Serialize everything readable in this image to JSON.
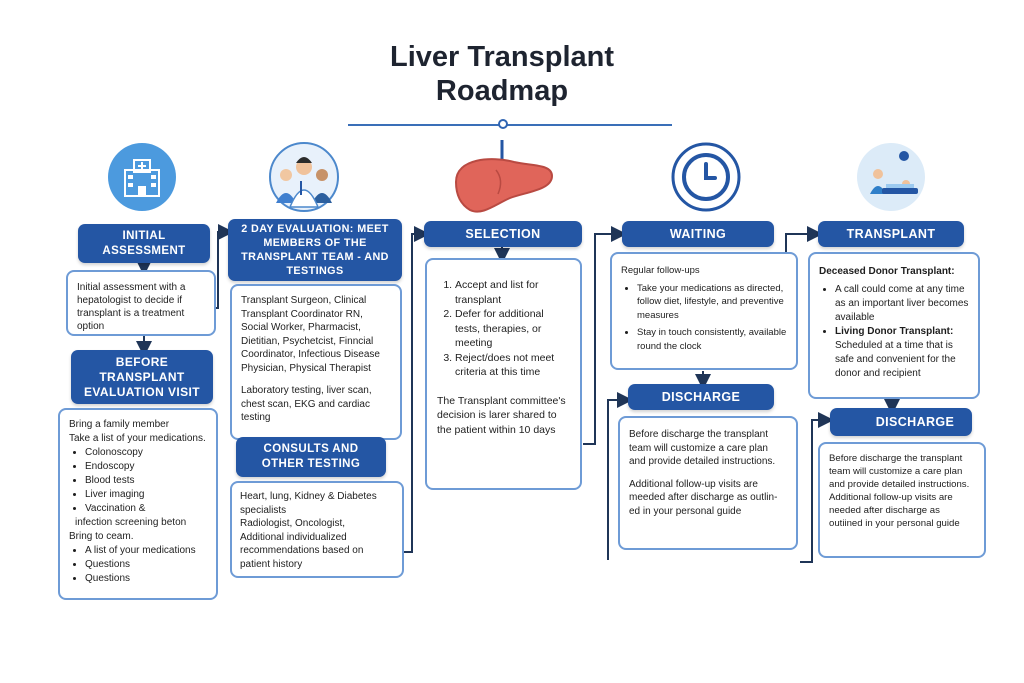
{
  "title": {
    "line1": "Liver Transplant",
    "line2": "Roadmap"
  },
  "col1": {
    "header1": "INITIAL ASSESSMENT",
    "box1": "Initial assessment with a hepatologist to decide if transplant is a treatment option",
    "header2": "BEFORE TRANSPLANT EVALUATION VISIT",
    "box2_line1": "Bring a family member",
    "box2_line2": "Take a list of your medications.",
    "box2_items": [
      "Colonoscopy",
      "Endoscopy",
      "Blood tests",
      "Liver imaging",
      "Vaccination &"
    ],
    "box2_line3": "infection screening beton",
    "box2_line4": "Bring to ceam.",
    "box2_items2": [
      "A list of your medications",
      "Questions",
      "Questions"
    ]
  },
  "col2": {
    "header1": "2 DAY EVALUATION: MEET MEMBERS OF THE TRANSPLANT TEAM -  AND TESTINGS",
    "box1_p1": "Transplant Surgeon, Clinical Transplant Coordinator RN, Social Worker, Pharmacist, Dietitian, Psychetcist, Finncial Coordinator, Infectious Disease Physician, Physical Therapist",
    "box1_p2": "Laboratory testing, liver scan, chest scan, EKG and cardiac testing",
    "header2": "CONSULTS AND OTHER TESTING",
    "box2_p1": "Heart, lung, Kidney & Diabetes specialists",
    "box2_p2": "Radiologist, Oncologist,",
    "box2_p3": "Additional individualized recommendations based on patient history"
  },
  "col3": {
    "header": "SELECTION",
    "items": [
      "Accept and list for transplant",
      "Defer for additional tests, therapies, or meeting",
      "Reject/does not meet criteria at this time"
    ],
    "note": "The Transplant committee's decision is larer shared to the patient within 10 days"
  },
  "col4": {
    "header": "WAITING",
    "intro": "Regular follow-ups",
    "items": [
      "Take your medications as directed, follow diet, lifestyle, and preventive measures",
      "Stay in touch consistently, available round the clock"
    ],
    "header2": "DISCHARGE",
    "discharge_p1": "Before discharge the transplant team will customize a care plan and provide detailed instructions.",
    "discharge_p2": "Additional follow-up visits are meeded after discharge as outlin-ed in your personal guide"
  },
  "col5": {
    "header": "TRANSPLANT",
    "deceased_title": "Deceased Donor Transplant:",
    "deceased_item": "A call could come at any time as an important liver becomes available",
    "living_title": "Living Donor Transplant:",
    "living_text": "Scheduled at a time that is safe and convenient for the donor and recipient",
    "header2": "DISCHARGE",
    "discharge_p1": "Before discharge the transplant team will customize a care plan and provide detailed instructions.",
    "discharge_p2": "Additional follow-up visits are needed after discharge as outiined in your personal guide"
  },
  "colors": {
    "accent": "#2456a4",
    "border": "#6e9bd6",
    "liver": "#e0655a"
  },
  "icons": [
    "hospital-icon",
    "medical-team-icon",
    "liver-icon",
    "clock-icon",
    "surgery-icon",
    "medical-case-icon"
  ]
}
